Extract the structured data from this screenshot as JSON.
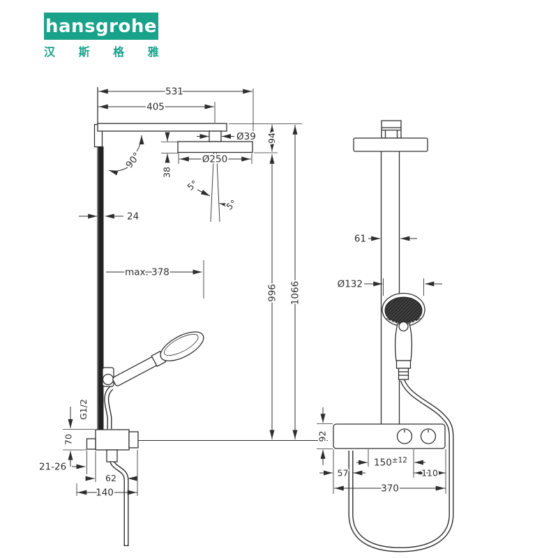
{
  "brand": {
    "name": "hansgrohe",
    "name_cn": "汉 斯 格 雅",
    "color": "#18A28A"
  },
  "drawing": {
    "side_view": {
      "total_width": "531",
      "arm_projection": "405",
      "connector_diameter": "Ø39",
      "head_assembly_height": "94",
      "plate_thickness": "38",
      "head_diameter": "Ø250",
      "arm_angle": "90°",
      "spray_angle_left": "5°",
      "spray_angle_right": "5°",
      "bar_depth": "24",
      "max_reach": "max. 378",
      "height_to_head": "996",
      "total_height": "1066",
      "thread_size": "G1/2",
      "valve_height": "70",
      "wall_adjust_range": "21-26",
      "hose_offset": "62",
      "valve_projection": "140"
    },
    "front_view": {
      "bar_width": "61",
      "handshower_diameter": "Ø132",
      "shelf_height": "92",
      "edge_to_hose": "57",
      "inlet_spacing": "150",
      "inlet_spacing_tolerance": "±12",
      "inlet_to_edge": "110",
      "shelf_width": "370"
    }
  }
}
